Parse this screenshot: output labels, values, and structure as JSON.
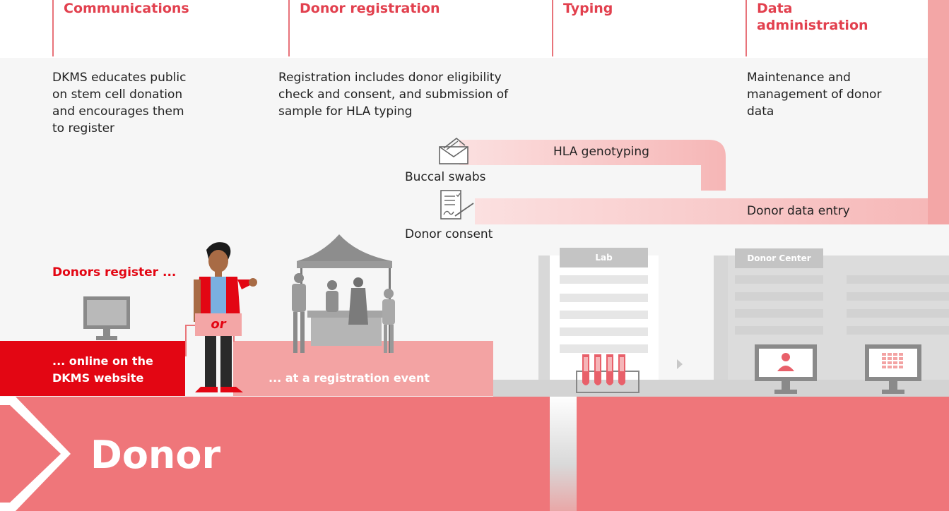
{
  "phases": [
    {
      "title": "Communications",
      "description": "DKMS educates public on stem cell donation and encourages them to register"
    },
    {
      "title": "Donor registration",
      "description": "Registration includes donor eligibility check and consent, and submission of sample for HLA typing"
    },
    {
      "title": "Typing",
      "description": ""
    },
    {
      "title": "Data administration",
      "description": "Maintenance and management of donor data"
    }
  ],
  "flow": {
    "sample_label": "Buccal swabs",
    "consent_label": "Donor consent",
    "hla_label": "HLA genotyping",
    "data_entry_label": "Donor data entry"
  },
  "registration": {
    "heading": "Donors register ...",
    "or_label": "or",
    "online_label": "... online on the DKMS website",
    "event_label": "... at a registration event"
  },
  "buildings": {
    "lab_label": "Lab",
    "donor_center_label": "Donor Center"
  },
  "footer": {
    "title": "Donor"
  },
  "colors": {
    "accent_red": "#e30613",
    "pink": "#ef767a",
    "light_pink": "#f3a3a3",
    "heading_red": "#e2404e",
    "gray_band": "#f6f6f6"
  },
  "icons": [
    "envelope-swab-icon",
    "consent-document-icon",
    "computer-monitor-icon",
    "person-screen-icon",
    "grid-screen-icon"
  ]
}
